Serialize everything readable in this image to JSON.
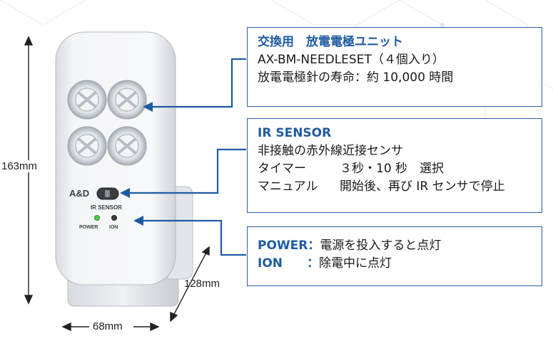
{
  "callouts": {
    "electrode": {
      "title": "交換用　放電電極ユニット",
      "line1": "AX-BM-NEEDLESET（４個入り）",
      "line2": "放電電極針の寿命：約 10,000 時間"
    },
    "sensor": {
      "title": "IR SENSOR",
      "line1": "非接触の赤外線近接センサ",
      "line2_label": "タイマー",
      "line2_value": "３秒・10 秒　選択",
      "line3_label": "マニュアル",
      "line3_value": "開始後、再び IR センサで停止"
    },
    "power": {
      "power_label": "POWER：",
      "power_text": "電源を投入すると点灯",
      "ion_label": "ION　　：",
      "ion_text": "除電中に点灯"
    }
  },
  "device": {
    "brand": "A&D",
    "sensor_label": "IR SENSOR",
    "power_label": "POWER",
    "ion_label": "ION"
  },
  "dimensions": {
    "height": "163mm",
    "width": "68mm",
    "depth": "128mm"
  },
  "colors": {
    "accent": "#1f5ba4",
    "power_led": "#4fd04a"
  }
}
